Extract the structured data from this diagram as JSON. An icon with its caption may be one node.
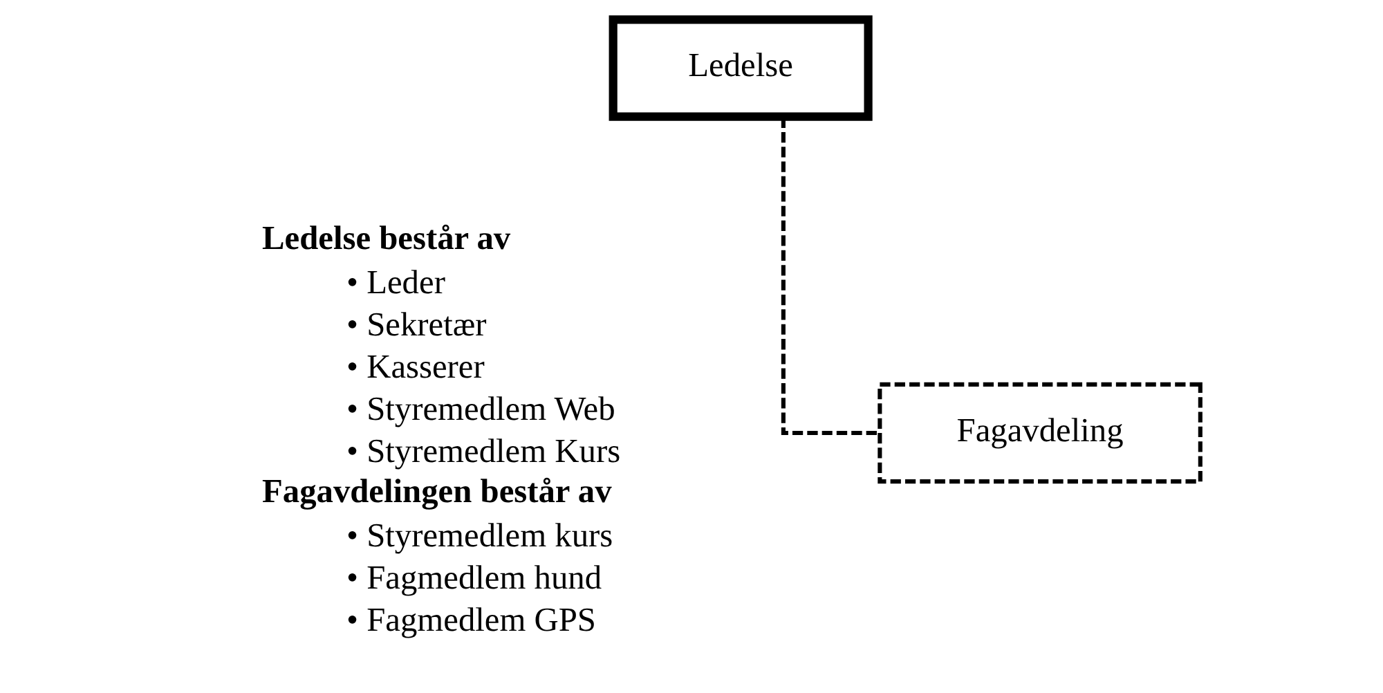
{
  "diagram": {
    "nodes": [
      {
        "text": [
          "Ledelse"
        ]
      },
      {
        "text": [
          "Fagavdeling"
        ]
      }
    ],
    "edges": [
      {
        "from": 0,
        "to": 1,
        "arrow": "none",
        "style": "dashed"
      }
    ],
    "labels": [
      "Ledelse består av",
      "• Leder",
      "• Sekretær",
      "• Kasserer",
      "• Styremedlem Web",
      "• Styremedlem Kurs",
      "Fagavdelingen består av",
      "• Styremedlem kurs",
      "• Fagmedlem hund",
      "• Fagmedlem GPS"
    ]
  }
}
